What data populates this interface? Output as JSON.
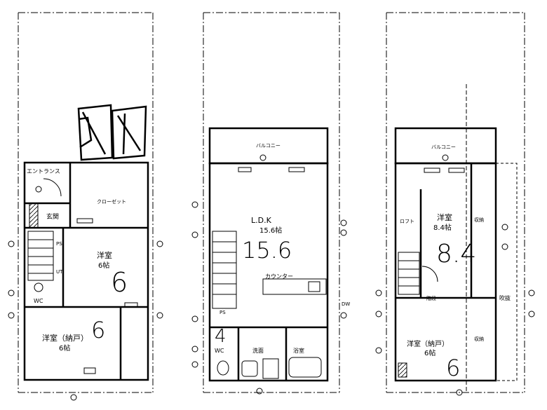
{
  "floors": [
    {
      "rooms": {
        "entrance_label": "エントランス",
        "genkan_label": "玄関",
        "closet_label": "クローゼット",
        "room_label": "洋室",
        "room_size": "6帖",
        "room_hand_number": "6",
        "bottom_room_label": "洋室（納戸）",
        "bottom_room_size": "6帖",
        "bottom_room_hand_number": "6",
        "wc_label": "WC",
        "ps_label": "PS",
        "ut_label": "UT"
      }
    },
    {
      "rooms": {
        "balcony_label": "バルコニー",
        "ldk_label": "L.D.K",
        "ldk_size": "15.6帖",
        "ldk_hand_number": "15.6",
        "counter_label": "カウンター",
        "washroom_label": "洗面",
        "bath_label": "浴室",
        "wc_label": "WC",
        "hand_number": "4",
        "ps_label": "PS",
        "dw_label": "DW"
      }
    },
    {
      "rooms": {
        "balcony_label": "バルコニー",
        "room_label": "洋室",
        "room_size": "8.4帖",
        "room_hand_number": "8.4",
        "bottom_room_label": "洋室（納戸）",
        "bottom_room_size": "6帖",
        "bottom_room_hand_number": "6",
        "storage_label": "収納",
        "storage2_label": "収納",
        "open_label": "吹抜",
        "loft_label": "ロフト",
        "stair_label": "階段"
      }
    }
  ]
}
